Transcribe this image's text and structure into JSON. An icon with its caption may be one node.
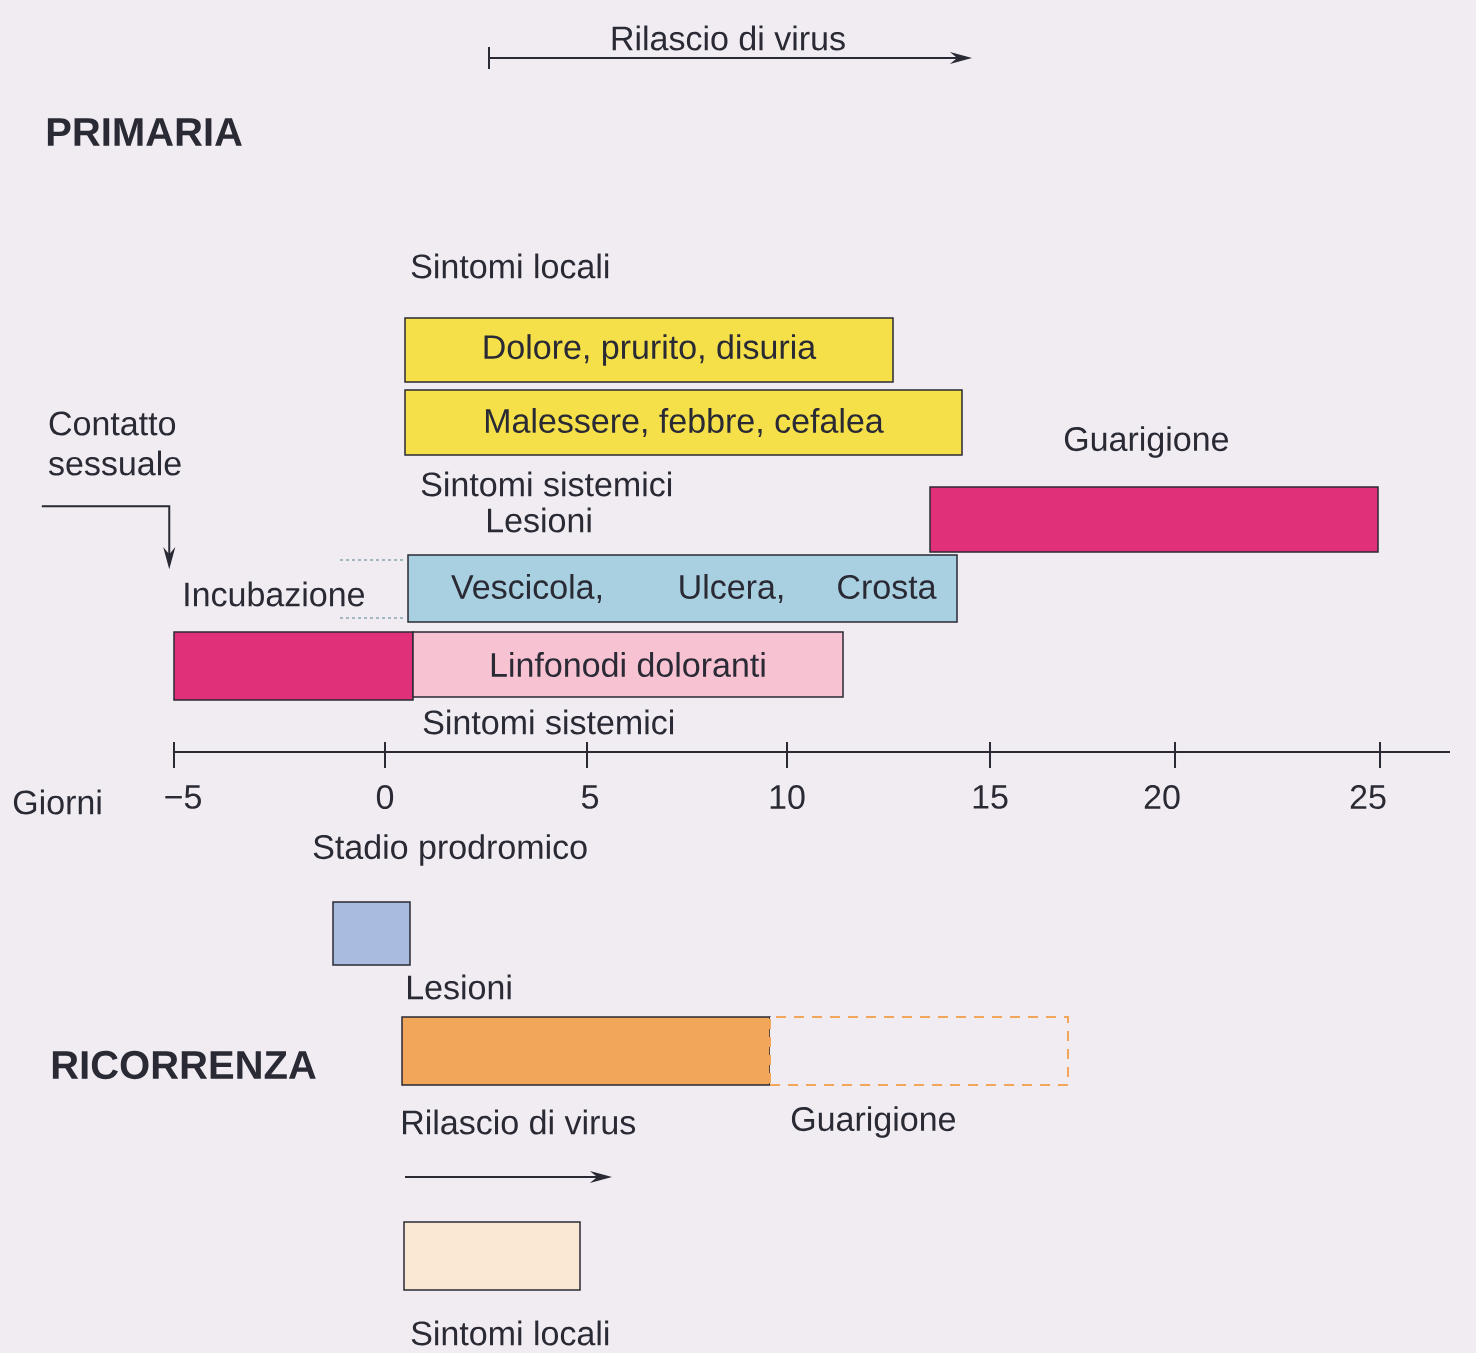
{
  "diagram": {
    "nodes": [
      {
        "text": [
          "Dolore, prurito, disuria"
        ]
      },
      {
        "text": [
          "Malessere, febbre, cefalea"
        ],
        "beside": [
          "Sintomi sistemici"
        ]
      },
      {
        "text": [
          "Contatto sessuale"
        ]
      },
      {
        "text": [],
        "shape": "bar",
        "beside": [
          "Guarigione"
        ]
      },
      {
        "text": [
          "Vescicola,",
          "Ulcera,",
          "Crosta"
        ],
        "beside": [
          "Lesioni"
        ]
      },
      {
        "text": [],
        "shape": "bar",
        "beside": [
          "Incubazione"
        ]
      },
      {
        "text": [
          "Linfonodi doloranti"
        ],
        "beside": [
          "Sintomi sistemici"
        ]
      },
      {
        "text": [],
        "shape": "bar",
        "beside": [
          "Stadio prodromico"
        ]
      },
      {
        "text": [],
        "shape": "bar",
        "beside": [
          "Lesioni"
        ]
      },
      {
        "text": [],
        "shape": "bar",
        "beside": [
          "Guarigione"
        ]
      },
      {
        "text": [],
        "shape": "bar",
        "beside": [
          "Sintomi locali"
        ]
      }
    ],
    "edges": [
      {
        "from": 2,
        "to": 5,
        "arrow": "to"
      }
    ],
    "labels": [
      "Rilascio di virus",
      "PRIMARIA",
      "Sintomi locali",
      "Giorni",
      "−5",
      "0",
      "5",
      "10",
      "15",
      "20",
      "25",
      "RICORRENZA",
      "Rilascio di virus"
    ]
  }
}
